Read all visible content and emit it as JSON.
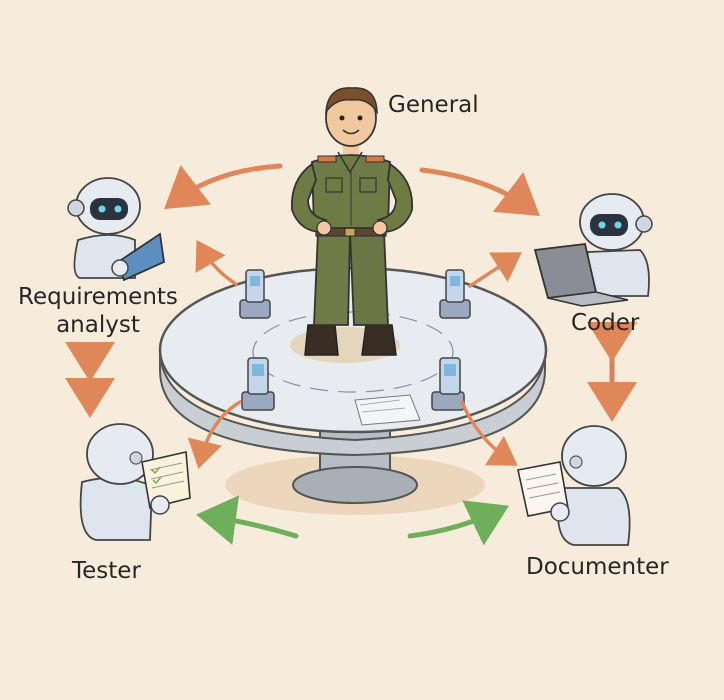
{
  "diagram": {
    "center": {
      "label": "General"
    },
    "agents": [
      {
        "id": "requirements-analyst",
        "label_line1": "Requirements",
        "label_line2": "analyst"
      },
      {
        "id": "coder",
        "label": "Coder"
      },
      {
        "id": "tester",
        "label": "Tester"
      },
      {
        "id": "documenter",
        "label": "Documenter"
      }
    ],
    "colors": {
      "background": "#f7ecdc",
      "command_arrows": "#e0875a",
      "bidirectional_arrows": "#dd7e58",
      "feedback_arrows": "#6fae5a",
      "uniform": "#6e7b45",
      "robot": "#dfe5ee",
      "robot_eyes": "#6fd6e8",
      "table": "#e8ebef"
    },
    "icons": [
      "soldier-figure",
      "robot-with-tablet",
      "robot-with-laptop",
      "robot-with-checklist",
      "robot-with-document",
      "walkie-talkie-icon"
    ]
  }
}
